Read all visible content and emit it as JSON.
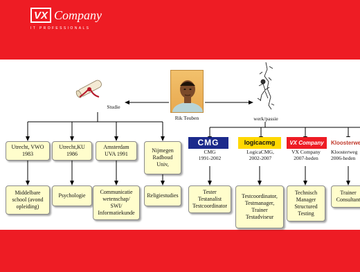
{
  "colors": {
    "accent_red": "#ee1c24",
    "box_fill": "#fffdcc",
    "connector": "#000000"
  },
  "header_logo": {
    "mark": "VX",
    "word": "Company",
    "tagline": "IT PROFESSIONALS"
  },
  "center": {
    "name": "Rik Teuben"
  },
  "branches": {
    "left": "Studie",
    "right": "werk/passie"
  },
  "education": [
    {
      "school": "Utrecht, VWO\n1983",
      "detail": "Middelbare\nschool (avond\nopleiding)"
    },
    {
      "school": "Utrecht,KU\n1986",
      "detail": "Psychologie"
    },
    {
      "school": "Amsterdam\nUVA 1991",
      "detail": "Communicatie\nwetenschap/\nSWI/\nInformatiekunde"
    },
    {
      "school": "Nijmegen\nRadboud\nUniv,",
      "detail": "Religiestudies"
    }
  ],
  "work": [
    {
      "logo_text": "CMG",
      "label": "CMG\n1991-2002",
      "roles": "Tester\nTestanalist\nTestcoordinator"
    },
    {
      "logo_text": "logicacmg",
      "label": "LogicaCMG,\n2002-2007",
      "roles": "Testcoordinator,\nTestmanager,\nTrainer\nTestadviseur"
    },
    {
      "logo_text": "VX Company",
      "label": "VX Company\n2007-heden",
      "roles": "Technisch\nManager\nStructured\nTesting"
    },
    {
      "logo_text": "Kloosterwe",
      "label": "Kloosterweg\n2006-heden",
      "roles": "Trainer\nConsultant"
    }
  ]
}
